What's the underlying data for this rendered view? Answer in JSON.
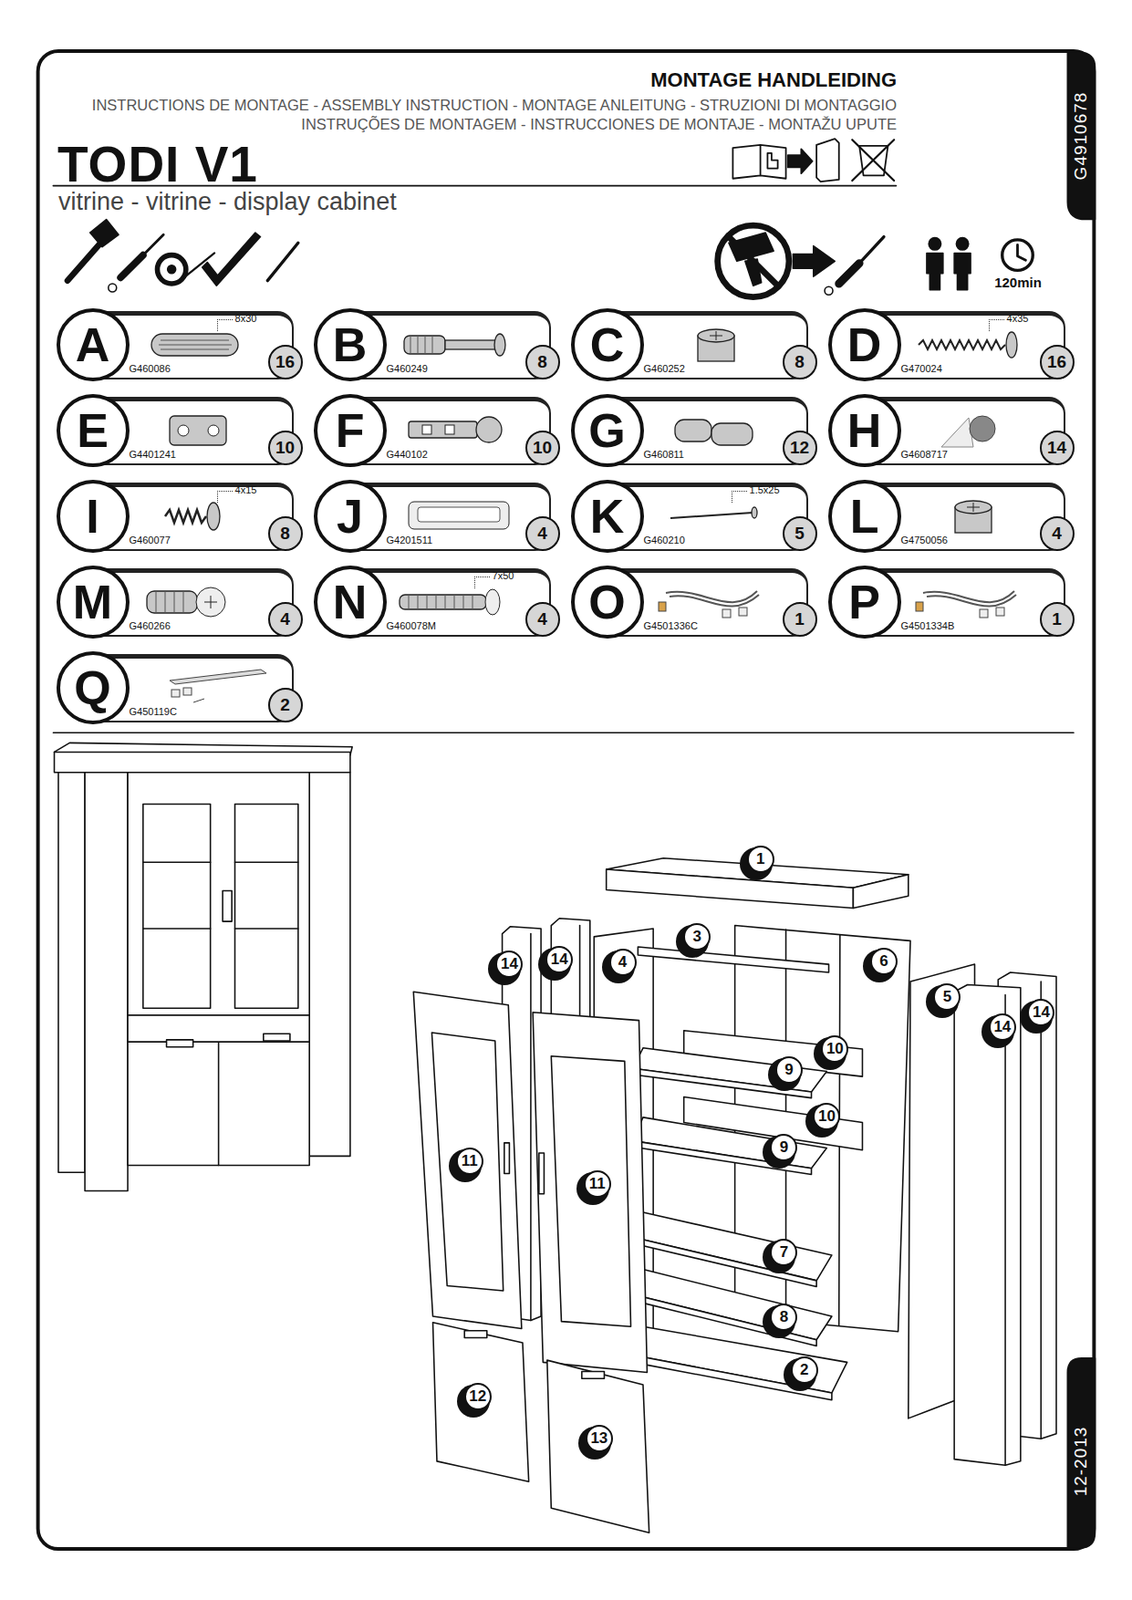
{
  "diagram": {
    "title": "TODI V1",
    "nodes": [
      {
        "text": [
          "A",
          "8x30",
          "G460086",
          "16"
        ]
      },
      {
        "text": [
          "B",
          "G460249",
          "8"
        ]
      },
      {
        "text": [
          "C",
          "G460252",
          "8"
        ]
      },
      {
        "text": [
          "D",
          "4x35",
          "G470024",
          "16"
        ]
      },
      {
        "text": [
          "E",
          "G4401241",
          "10"
        ]
      },
      {
        "text": [
          "F",
          "G440102",
          "10"
        ]
      },
      {
        "text": [
          "G",
          "G460811",
          "12"
        ]
      },
      {
        "text": [
          "H",
          "G4608717",
          "14"
        ]
      },
      {
        "text": [
          "I",
          "4x15",
          "G460077",
          "8"
        ]
      },
      {
        "text": [
          "J",
          "G4201511",
          "4"
        ]
      },
      {
        "text": [
          "K",
          "1.5x25",
          "G460210",
          "5"
        ]
      },
      {
        "text": [
          "L",
          "G4750056",
          "4"
        ]
      },
      {
        "text": [
          "M",
          "G460266",
          "4"
        ]
      },
      {
        "text": [
          "N",
          "7x50",
          "G460078M",
          "4"
        ]
      },
      {
        "text": [
          "O",
          "G4501336C",
          "1"
        ]
      },
      {
        "text": [
          "P",
          "G4501334B",
          "1"
        ]
      },
      {
        "text": [
          "Q",
          "G450119C",
          "2"
        ]
      }
    ],
    "labels": [
      "MONTAGE HANDLEIDING",
      "INSTRUCTIONS DE MONTAGE - ASSEMBLY INSTRUCTION - MONTAGE ANLEITUNG - STRUZIONI DI MONTAGGIO",
      "INSTRUÇÕES DE MONTAGEM - INSTRUCCIONES DE MONTAJE - MONTAŽU UPUTE",
      "vitrine - vitrine - display cabinet",
      "G4910678",
      "120min",
      "12-2013",
      "1",
      "3",
      "14",
      "14",
      "4",
      "6",
      "5",
      "14",
      "14",
      "10",
      "9",
      "10",
      "9",
      "11",
      "11",
      "7",
      "8",
      "2",
      "12",
      "13"
    ]
  }
}
